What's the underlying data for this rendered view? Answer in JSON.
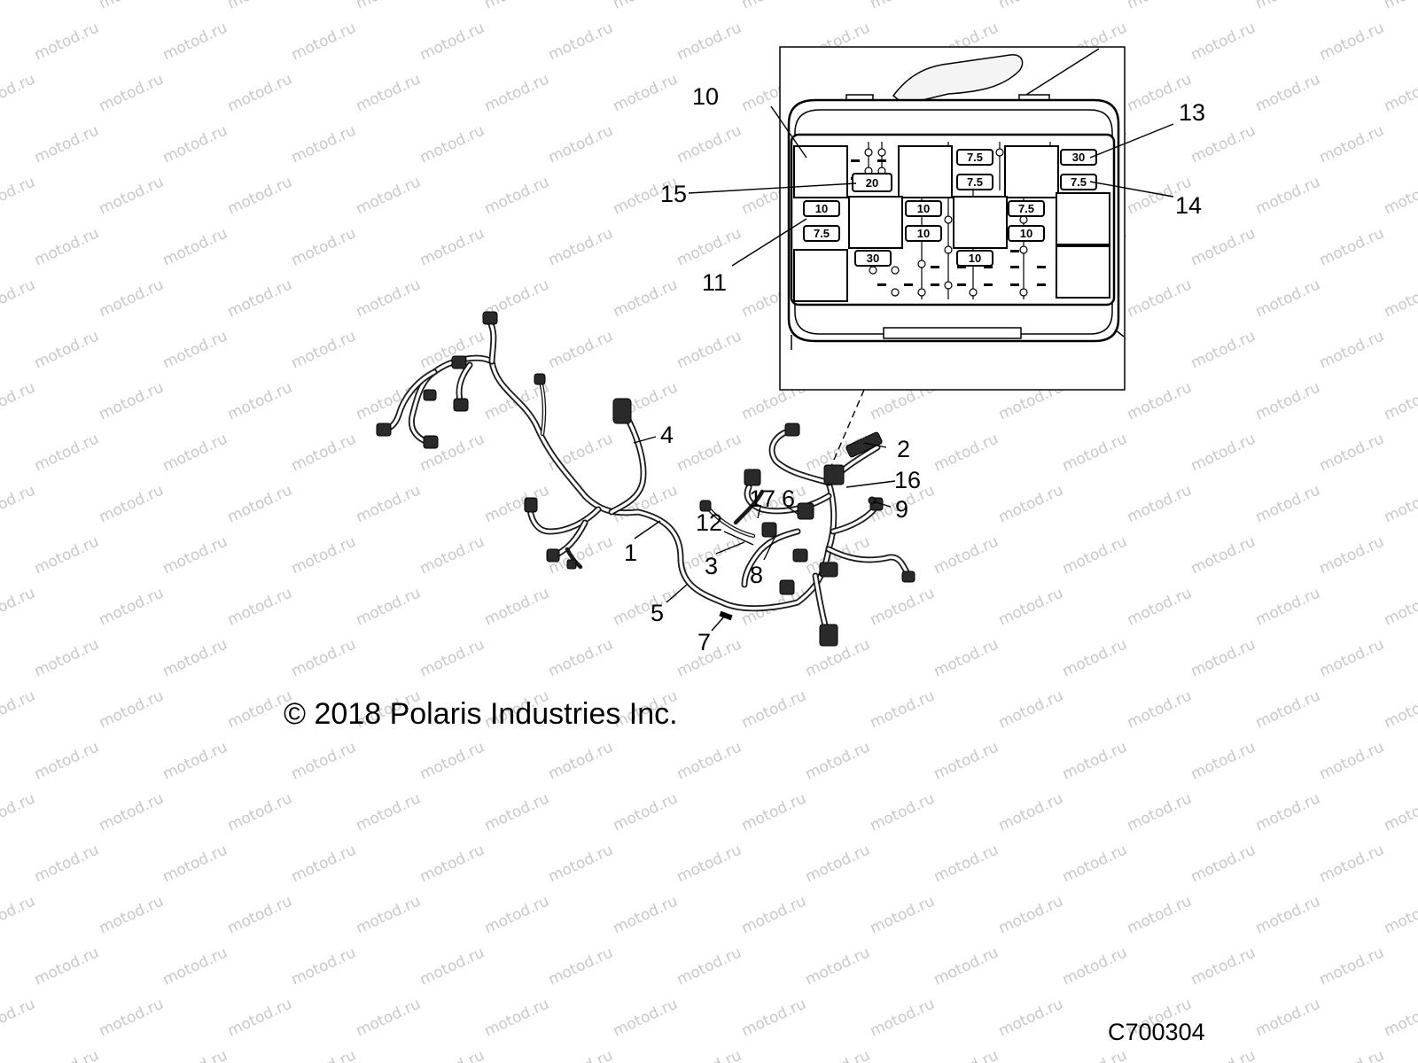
{
  "watermark": {
    "text": "motod.ru",
    "color": "#c8c8c8"
  },
  "copyright": "© 2018 Polaris Industries Inc.",
  "figure_code": "C700304",
  "callouts": [
    {
      "id": "c1",
      "label": "1"
    },
    {
      "id": "c2",
      "label": "2"
    },
    {
      "id": "c3",
      "label": "3"
    },
    {
      "id": "c4",
      "label": "4"
    },
    {
      "id": "c5",
      "label": "5"
    },
    {
      "id": "c6",
      "label": "6"
    },
    {
      "id": "c7",
      "label": "7"
    },
    {
      "id": "c8",
      "label": "8"
    },
    {
      "id": "c9",
      "label": "9"
    },
    {
      "id": "c10",
      "label": "10"
    },
    {
      "id": "c11",
      "label": "11"
    },
    {
      "id": "c12",
      "label": "12"
    },
    {
      "id": "c13",
      "label": "13"
    },
    {
      "id": "c14",
      "label": "14"
    },
    {
      "id": "c15",
      "label": "15"
    },
    {
      "id": "c16",
      "label": "16"
    },
    {
      "id": "c17",
      "label": "17"
    }
  ],
  "fuses": [
    {
      "id": "f1",
      "rating": "20"
    },
    {
      "id": "f2",
      "rating": "10"
    },
    {
      "id": "f3",
      "rating": "7.5"
    },
    {
      "id": "f4",
      "rating": "30"
    },
    {
      "id": "f5",
      "rating": "10"
    },
    {
      "id": "f6",
      "rating": "10"
    },
    {
      "id": "f7",
      "rating": "7.5"
    },
    {
      "id": "f8",
      "rating": "7.5"
    },
    {
      "id": "f9",
      "rating": "7.5"
    },
    {
      "id": "f10",
      "rating": "10"
    },
    {
      "id": "f11",
      "rating": "10"
    },
    {
      "id": "f12",
      "rating": "30"
    },
    {
      "id": "f13",
      "rating": "7.5"
    }
  ]
}
